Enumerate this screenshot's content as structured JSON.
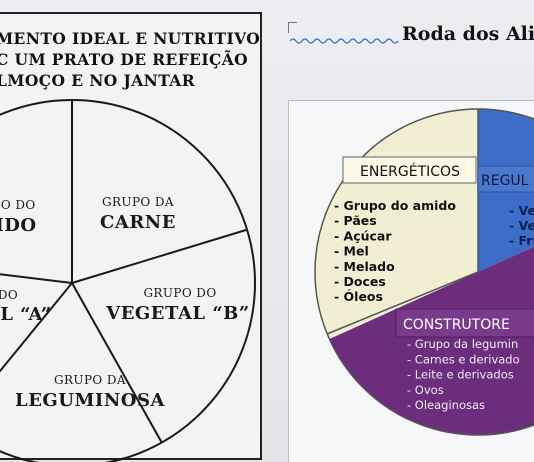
{
  "left_panel": {
    "title_lines": [
      "MENTO IDEAL E NUTRITIVO",
      "C UM PRATO DE REFEIÇÃO",
      "LMOÇO E NO JANTAR"
    ],
    "sectors": {
      "amido": {
        "line1": "PO DO",
        "line2": "IDO"
      },
      "carne": {
        "line1": "GRUPO DA",
        "line2": "CARNE"
      },
      "vegetal_b": {
        "line1": "GRUPO DO",
        "line2": "VEGETAL “B”"
      },
      "leguminosa": {
        "line1": "GRUPO DA",
        "line2": "LEGUMINOSA"
      },
      "vegetal_a": {
        "line1": "DO",
        "line2": "L “A”"
      }
    }
  },
  "right_panel": {
    "title": "Roda dos Alim",
    "colors": {
      "energeticos": "#f2eed3",
      "reguladores": "#3d6dc7",
      "construtores": "#6b2d7c"
    },
    "energeticos": {
      "title": "ENERGÉTICOS",
      "items": [
        "- Grupo do amido",
        "- Pães",
        "- Açúcar",
        "- Mel",
        "- Melado",
        "- Doces",
        "- Óleos"
      ]
    },
    "reguladores": {
      "title": "REGUL",
      "items": [
        "- Ve",
        "- Ve",
        "- Fru"
      ]
    },
    "construtores": {
      "title": "CONSTRUTORE",
      "items": [
        "- Grupo da legumin",
        "- Carnes e derivado",
        "- Leite e derivados",
        "- Ovos",
        "- Oleaginosas"
      ]
    }
  }
}
